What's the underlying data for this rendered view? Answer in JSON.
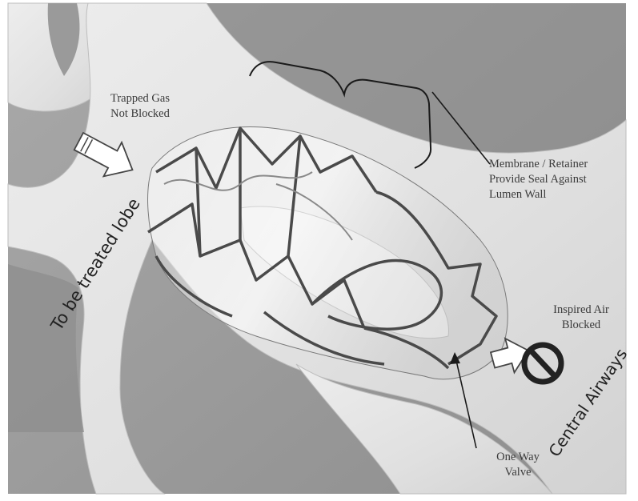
{
  "labels": {
    "trapped_gas_line1": "Trapped Gas",
    "trapped_gas_line2": "Not Blocked",
    "membrane_line1": "Membrane / Retainer",
    "membrane_line2": "Provide Seal Against",
    "membrane_line3": "Lumen Wall",
    "inspired_air_line1": "Inspired Air",
    "inspired_air_line2": "Blocked",
    "one_way_line1": "One Way",
    "one_way_line2": "Valve",
    "to_be_treated_lobe": "To be treated lobe",
    "central_airways": "Central Airways"
  },
  "icons": {
    "flow_arrow": "hollow-arrow-icon",
    "blocked": "prohibited-icon"
  },
  "colors": {
    "background": "#d8d8d8",
    "airway": "#e6e6e6",
    "label_text": "#3a3a3a",
    "valve_frame": "#4a4a4a",
    "leader_line": "#1a1a1a",
    "blocked_symbol": "#222222"
  }
}
